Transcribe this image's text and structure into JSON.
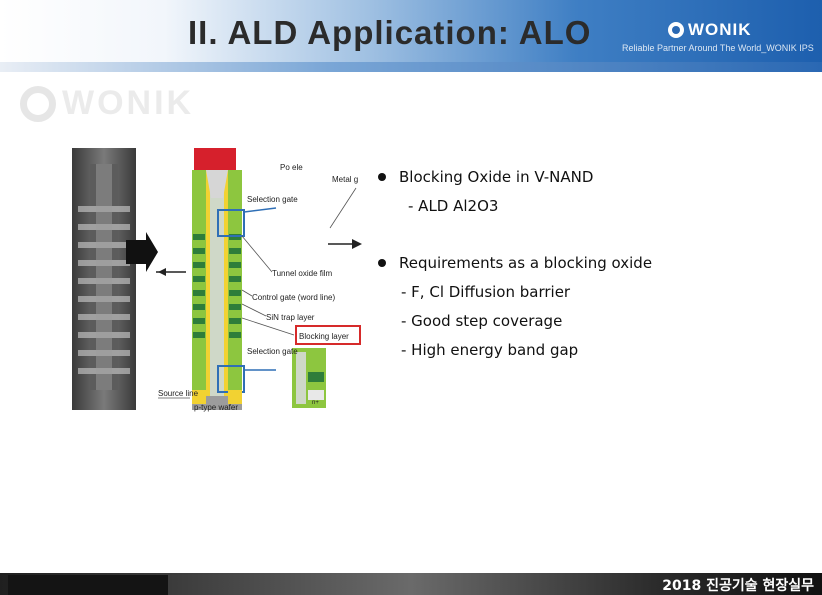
{
  "header": {
    "title": "II. ALD Application: ALO",
    "brand": "WONIK",
    "tagline": "Reliable Partner Around The World_WONIK IPS"
  },
  "watermark": {
    "brand": "WONIK"
  },
  "figure": {
    "labels": {
      "poly_electrode": "Po ele",
      "metal": "Metal g",
      "selection_gate_top": "Selection gate",
      "tunnel_oxide": "Tunnel oxide film",
      "control_gate": "Control gate (word line)",
      "sin_trap": "SiN trap layer",
      "blocking_layer": "Blocking layer",
      "selection_gate_bottom": "Selection gate",
      "source_line": "Source line",
      "p_type_wafer": "p-type wafer",
      "n_plus": "n+"
    },
    "colors": {
      "red": "#d6202c",
      "green": "#8dc63f",
      "dark_green": "#2e7d3a",
      "yellow": "#f2d232",
      "highlight_blue": "#2f6fb6",
      "highlight_red": "#d62a2a"
    }
  },
  "bullets": [
    {
      "text": "Blocking Oxide in V-NAND",
      "subs": [
        "- ALD Al2O3"
      ]
    },
    {
      "text": "Requirements as a blocking oxide",
      "subs": [
        "- F, Cl Diffusion barrier",
        "- Good step coverage",
        "- High energy band gap"
      ]
    }
  ],
  "footer": {
    "text": "2018 진공기술 현장실무"
  }
}
